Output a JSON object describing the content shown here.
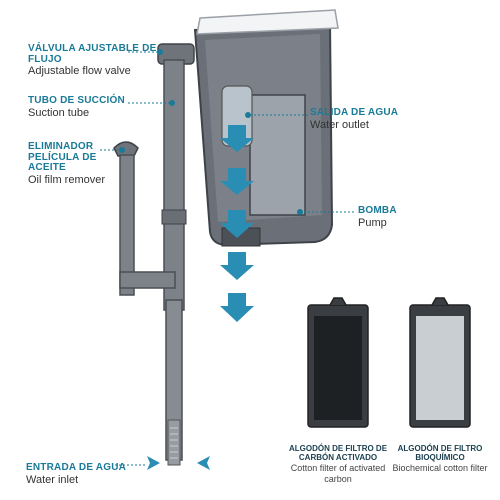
{
  "labels": {
    "valve": {
      "es": "VÁLVULA AJUSTABLE DE FLUJO",
      "en": "Adjustable flow valve"
    },
    "suction": {
      "es": "TUBO DE SUCCIÓN",
      "en": "Suction tube"
    },
    "remover": {
      "es": "ELIMINADOR PELÍCULA DE ACEITE",
      "en": "Oil film remover"
    },
    "outlet": {
      "es": "SALIDA DE AGUA",
      "en": "Water outlet"
    },
    "pump": {
      "es": "BOMBA",
      "en": "Pump"
    },
    "inlet": {
      "es": "ENTRADA DE AGUA",
      "en": "Water inlet"
    }
  },
  "filters": {
    "carbon": {
      "es": "ALGODÓN DE FILTRO DE CARBÓN ACTIVADO",
      "en": "Cotton filter of activated carbon"
    },
    "bio": {
      "es": "ALGODÓN DE FILTRO BIOQUÍMICO",
      "en": "Biochemical cotton filter"
    }
  },
  "colors": {
    "accent": "#1a7a98",
    "arrow": "#2a8db3",
    "body": "#5b6068"
  }
}
